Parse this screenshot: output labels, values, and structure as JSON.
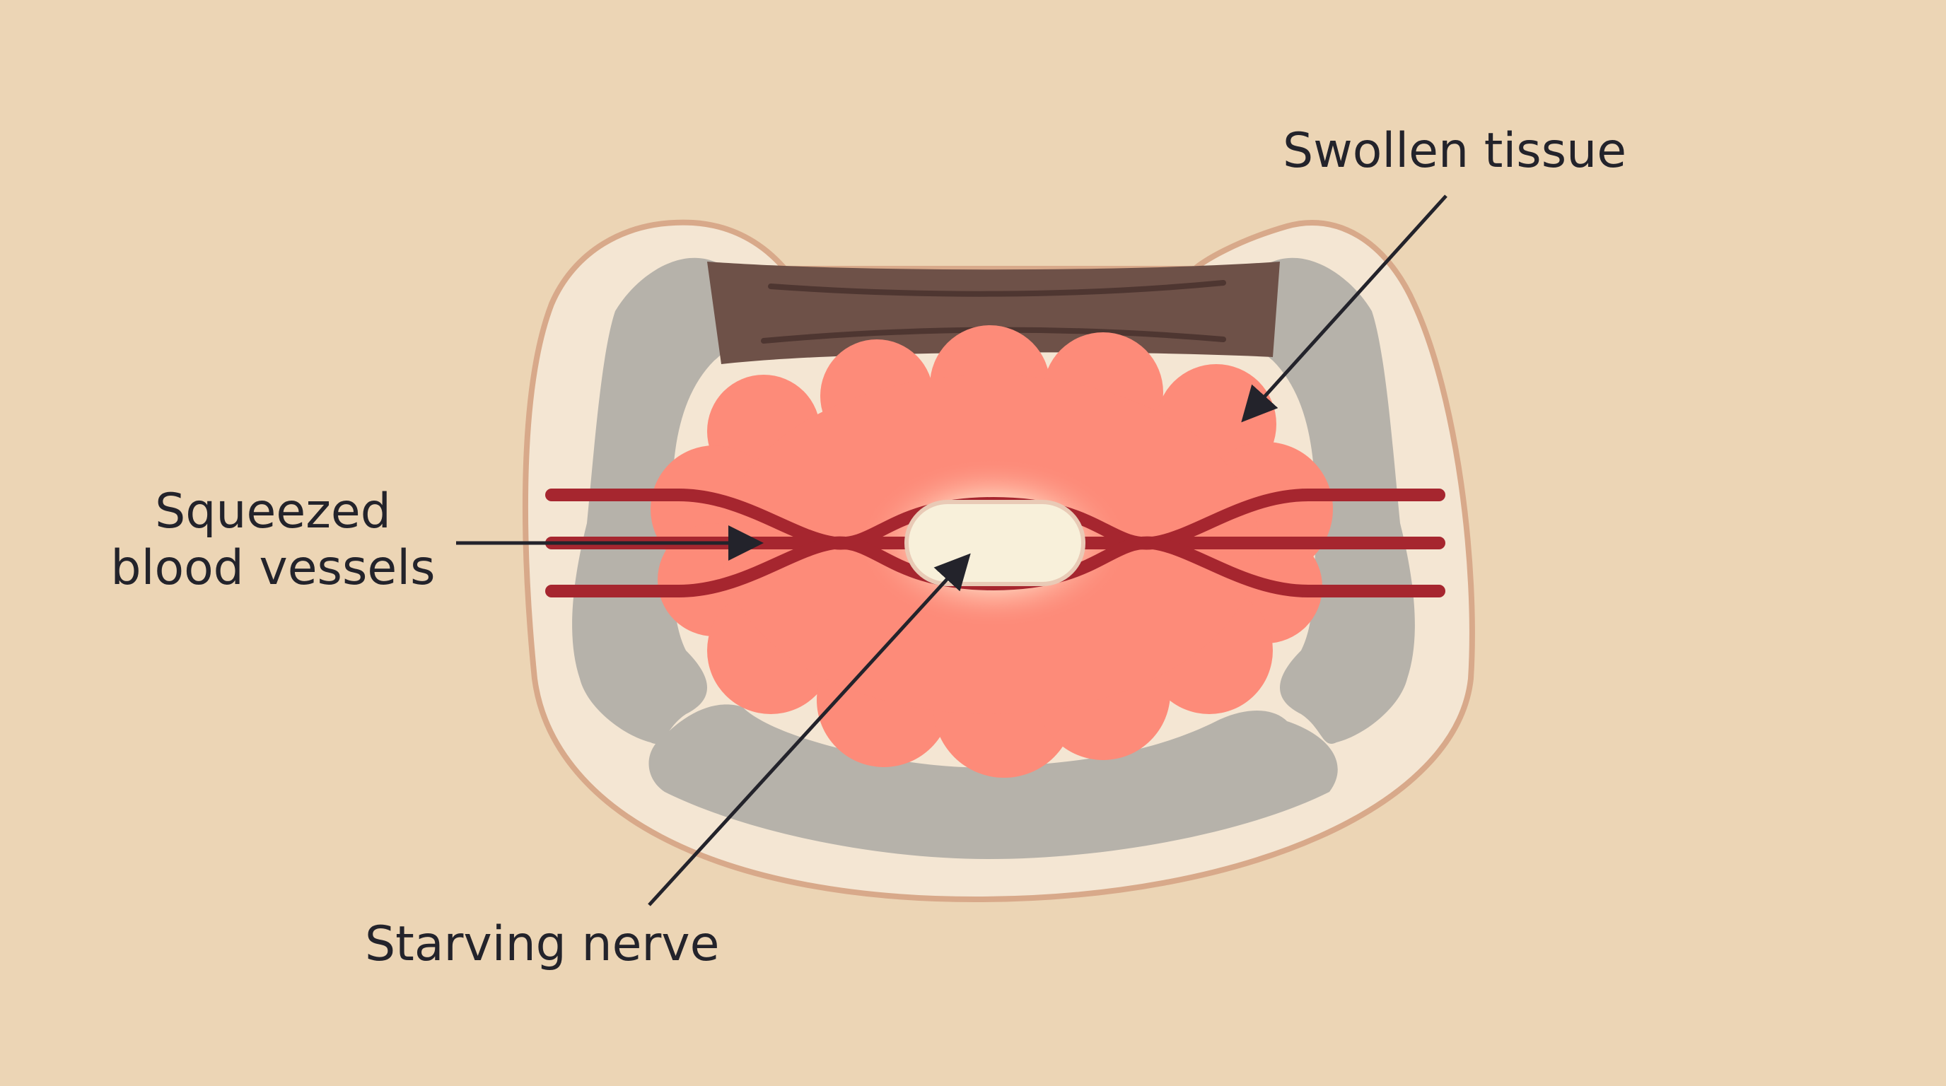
{
  "labels": {
    "swollen_tissue": "Swollen tissue",
    "squeezed_line1": "Squeezed",
    "squeezed_line2": "blood vessels",
    "starving_nerve": "Starving nerve"
  },
  "colors": {
    "background": "#ecd5b5",
    "body_outline": "#d8a98a",
    "body_fill": "#f4e6d3",
    "bone": "#b6b2aa",
    "ligament": "#6e5148",
    "swollen_tissue": "#fd8b79",
    "blood_vessel": "#a6262f",
    "nerve": "#f8f0da",
    "annotation": "#23232b"
  }
}
